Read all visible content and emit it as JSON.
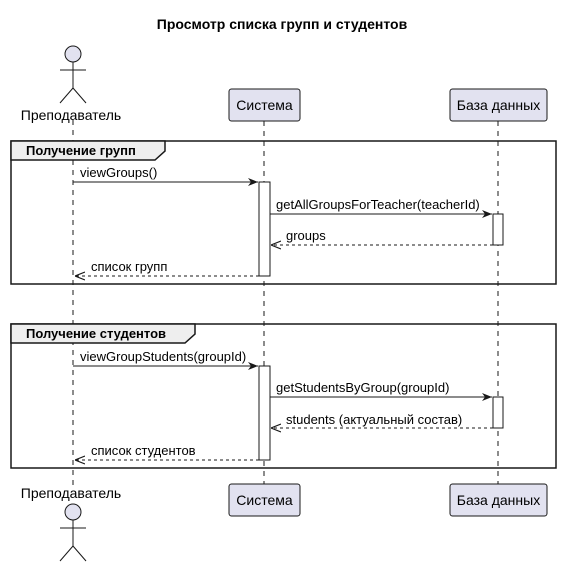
{
  "title": "Просмотр списка групп и студентов",
  "colors": {
    "participant_fill": "#E2E2F0",
    "participant_stroke": "#181818",
    "activation_fill": "#FFFFFF",
    "line": "#181818",
    "lifeline": "#181818",
    "group_header_fill": "#EEEEEE",
    "background": "#FFFFFF"
  },
  "participants": [
    {
      "id": "teacher",
      "type": "actor",
      "label": "Преподаватель"
    },
    {
      "id": "system",
      "type": "participant",
      "label": "Система"
    },
    {
      "id": "db",
      "type": "participant",
      "label": "База данных"
    }
  ],
  "groups": [
    {
      "label": "Получение групп",
      "messages": [
        {
          "from": "teacher",
          "to": "system",
          "label": "viewGroups()",
          "style": "solid"
        },
        {
          "from": "system",
          "to": "db",
          "label": "getAllGroupsForTeacher(teacherId)",
          "style": "solid"
        },
        {
          "from": "db",
          "to": "system",
          "label": "groups",
          "style": "dashed"
        },
        {
          "from": "system",
          "to": "teacher",
          "label": "список групп",
          "style": "dashed"
        }
      ]
    },
    {
      "label": "Получение студентов",
      "messages": [
        {
          "from": "teacher",
          "to": "system",
          "label": "viewGroupStudents(groupId)",
          "style": "solid"
        },
        {
          "from": "system",
          "to": "db",
          "label": "getStudentsByGroup(groupId)",
          "style": "solid"
        },
        {
          "from": "db",
          "to": "system",
          "label": "students (актуальный состав)",
          "style": "dashed"
        },
        {
          "from": "system",
          "to": "teacher",
          "label": "список студентов",
          "style": "dashed"
        }
      ]
    }
  ]
}
